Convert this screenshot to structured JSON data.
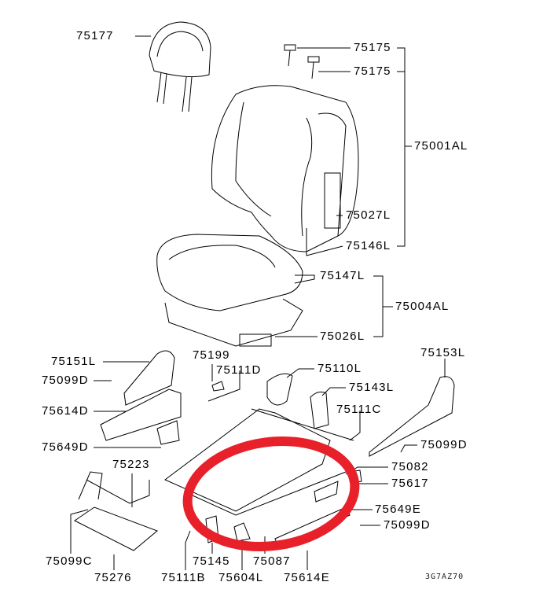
{
  "diagram_id": "3G7AZ70",
  "highlight_color": "#e8202a",
  "parts": {
    "p75177": "75177",
    "p75175a": "75175",
    "p75175b": "75175",
    "p75001AL": "75001AL",
    "p75027L": "75027L",
    "p75146L": "75146L",
    "p75147L": "75147L",
    "p75004AL": "75004AL",
    "p75026L": "75026L",
    "p75199": "75199",
    "p75151L": "75151L",
    "p75111D": "75111D",
    "p75110L": "75110L",
    "p75153L": "75153L",
    "p75099D_a": "75099D",
    "p75143L": "75143L",
    "p75614D": "75614D",
    "p75111C": "75111C",
    "p75649D": "75649D",
    "p75099D_b": "75099D",
    "p75223": "75223",
    "p75082": "75082",
    "p75617": "75617",
    "p75649E": "75649E",
    "p75099D_c": "75099D",
    "p75099C": "75099C",
    "p75145": "75145",
    "p75087": "75087",
    "p75276": "75276",
    "p75111B": "75111B",
    "p75604L": "75604L",
    "p75614E": "75614E"
  }
}
